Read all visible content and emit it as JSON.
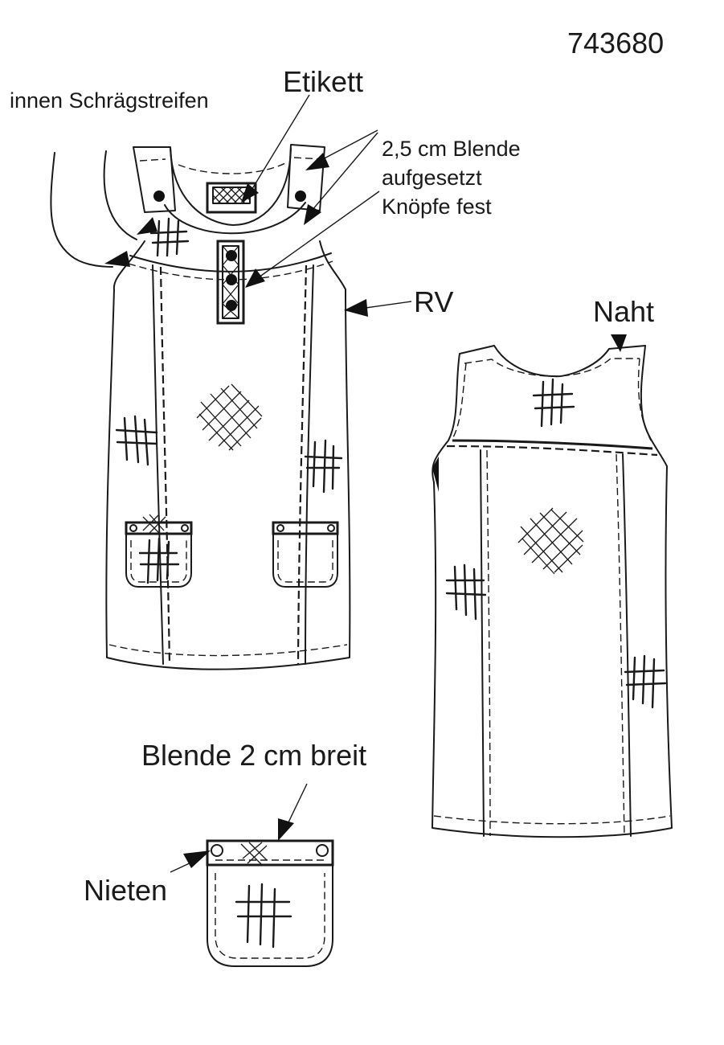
{
  "article_number": "743680",
  "labels": {
    "bias_tape": "innen Schrägstreifen",
    "label_tag": "Etikett",
    "facing_line1": "2,5 cm Blende",
    "facing_line2": "aufgesetzt",
    "facing_line3": "Knöpfe fest",
    "zipper": "RV",
    "seam": "Naht",
    "facing_width": "Blende 2 cm breit",
    "rivets": "Nieten"
  },
  "colors": {
    "line": "#1a1a1a",
    "background": "#ffffff"
  }
}
